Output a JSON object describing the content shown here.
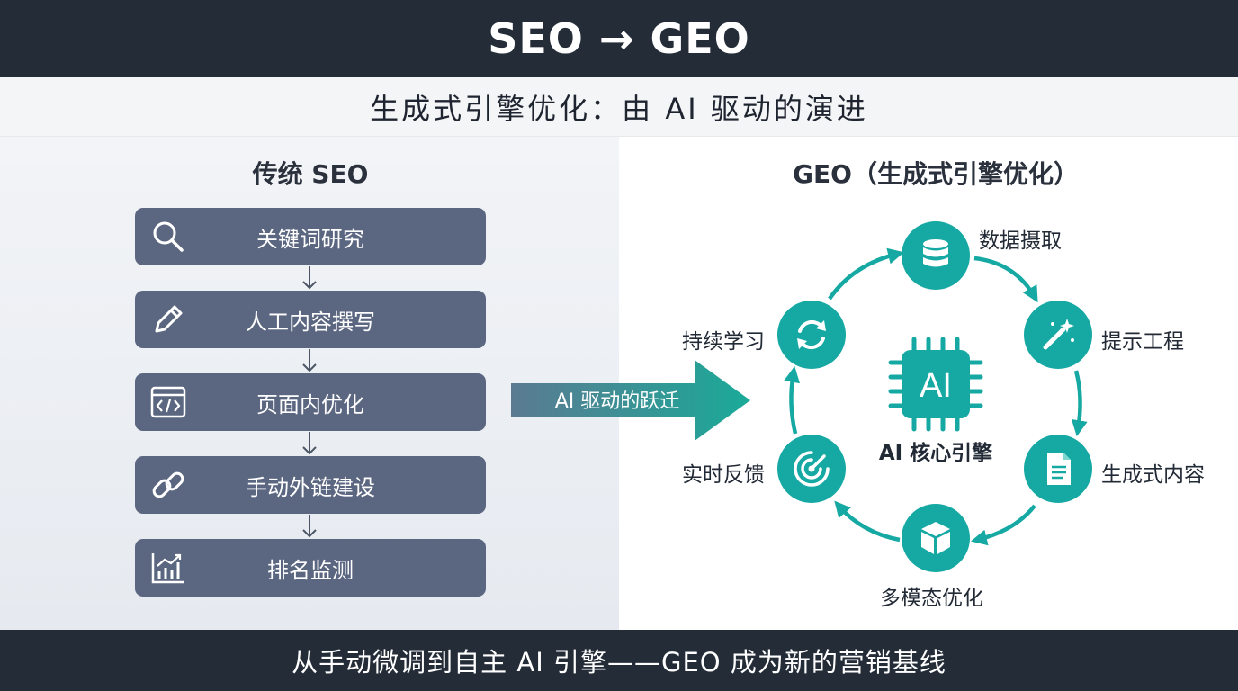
{
  "header": {
    "title": "SEO → GEO"
  },
  "subheader": {
    "title": "生成式引擎优化：由 AI 驱动的演进"
  },
  "seo": {
    "title": "传统 SEO",
    "steps": [
      {
        "label": "关键词研究",
        "icon": "search-icon"
      },
      {
        "label": "人工内容撰写",
        "icon": "pencil-icon"
      },
      {
        "label": "页面内优化",
        "icon": "code-window-icon"
      },
      {
        "label": "手动外链建设",
        "icon": "link-icon"
      },
      {
        "label": "排名监测",
        "icon": "bar-chart-icon"
      }
    ]
  },
  "transition": {
    "label": "AI 驱动的跃迁"
  },
  "geo": {
    "title": "GEO（生成式引擎优化）",
    "core": {
      "chip_text": "AI",
      "label": "AI 核心引擎",
      "icon": "chip-icon"
    },
    "nodes": [
      {
        "label": "数据摄取",
        "icon": "database-icon"
      },
      {
        "label": "提示工程",
        "icon": "magic-wand-icon"
      },
      {
        "label": "生成式内容",
        "icon": "document-icon"
      },
      {
        "label": "多模态优化",
        "icon": "cube-icon"
      },
      {
        "label": "实时反馈",
        "icon": "radar-icon"
      },
      {
        "label": "持续学习",
        "icon": "refresh-icon"
      }
    ]
  },
  "footer": {
    "tagline": "从手动微调到自主 AI 引擎——GEO 成为新的营销基线"
  },
  "colors": {
    "dark": "#242c38",
    "step": "#5b6680",
    "teal": "#16a9a3"
  }
}
